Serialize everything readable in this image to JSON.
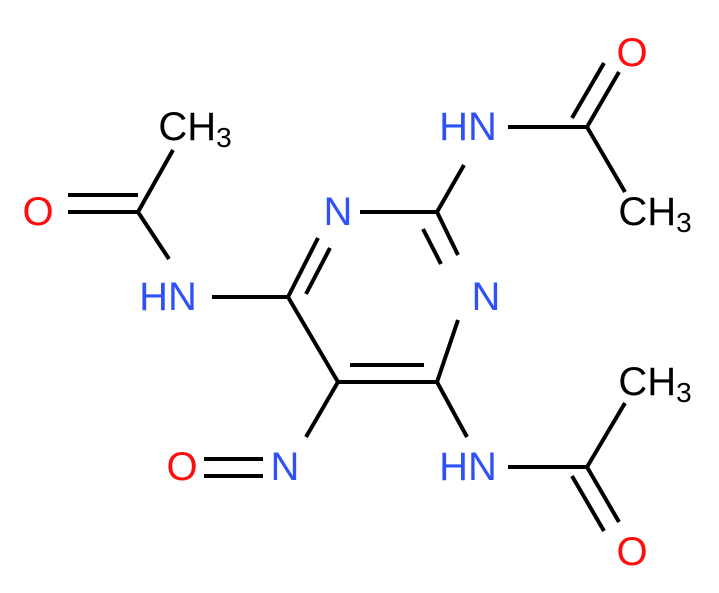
{
  "colors": {
    "background": "#ffffff",
    "bond": "#000000",
    "carbon": "#000000",
    "nitrogen": "#3050f8",
    "oxygen": "#ff0d0d"
  },
  "atoms": {
    "o_top_right": "O",
    "nh_top_right": "HN",
    "ch3_upper_left": "CH",
    "ch3_upper_left_sub": "3",
    "o_left": "O",
    "n_ring_upper": "N",
    "ch3_right_mid": "CH",
    "ch3_right_mid_sub": "3",
    "hn_left": "HN",
    "n_ring_right": "N",
    "ch3_lower_right": "CH",
    "ch3_lower_right_sub": "3",
    "o_nitroso": "O",
    "n_nitroso": "N",
    "hn_lower_right": "HN",
    "o_bottom_right": "O"
  }
}
